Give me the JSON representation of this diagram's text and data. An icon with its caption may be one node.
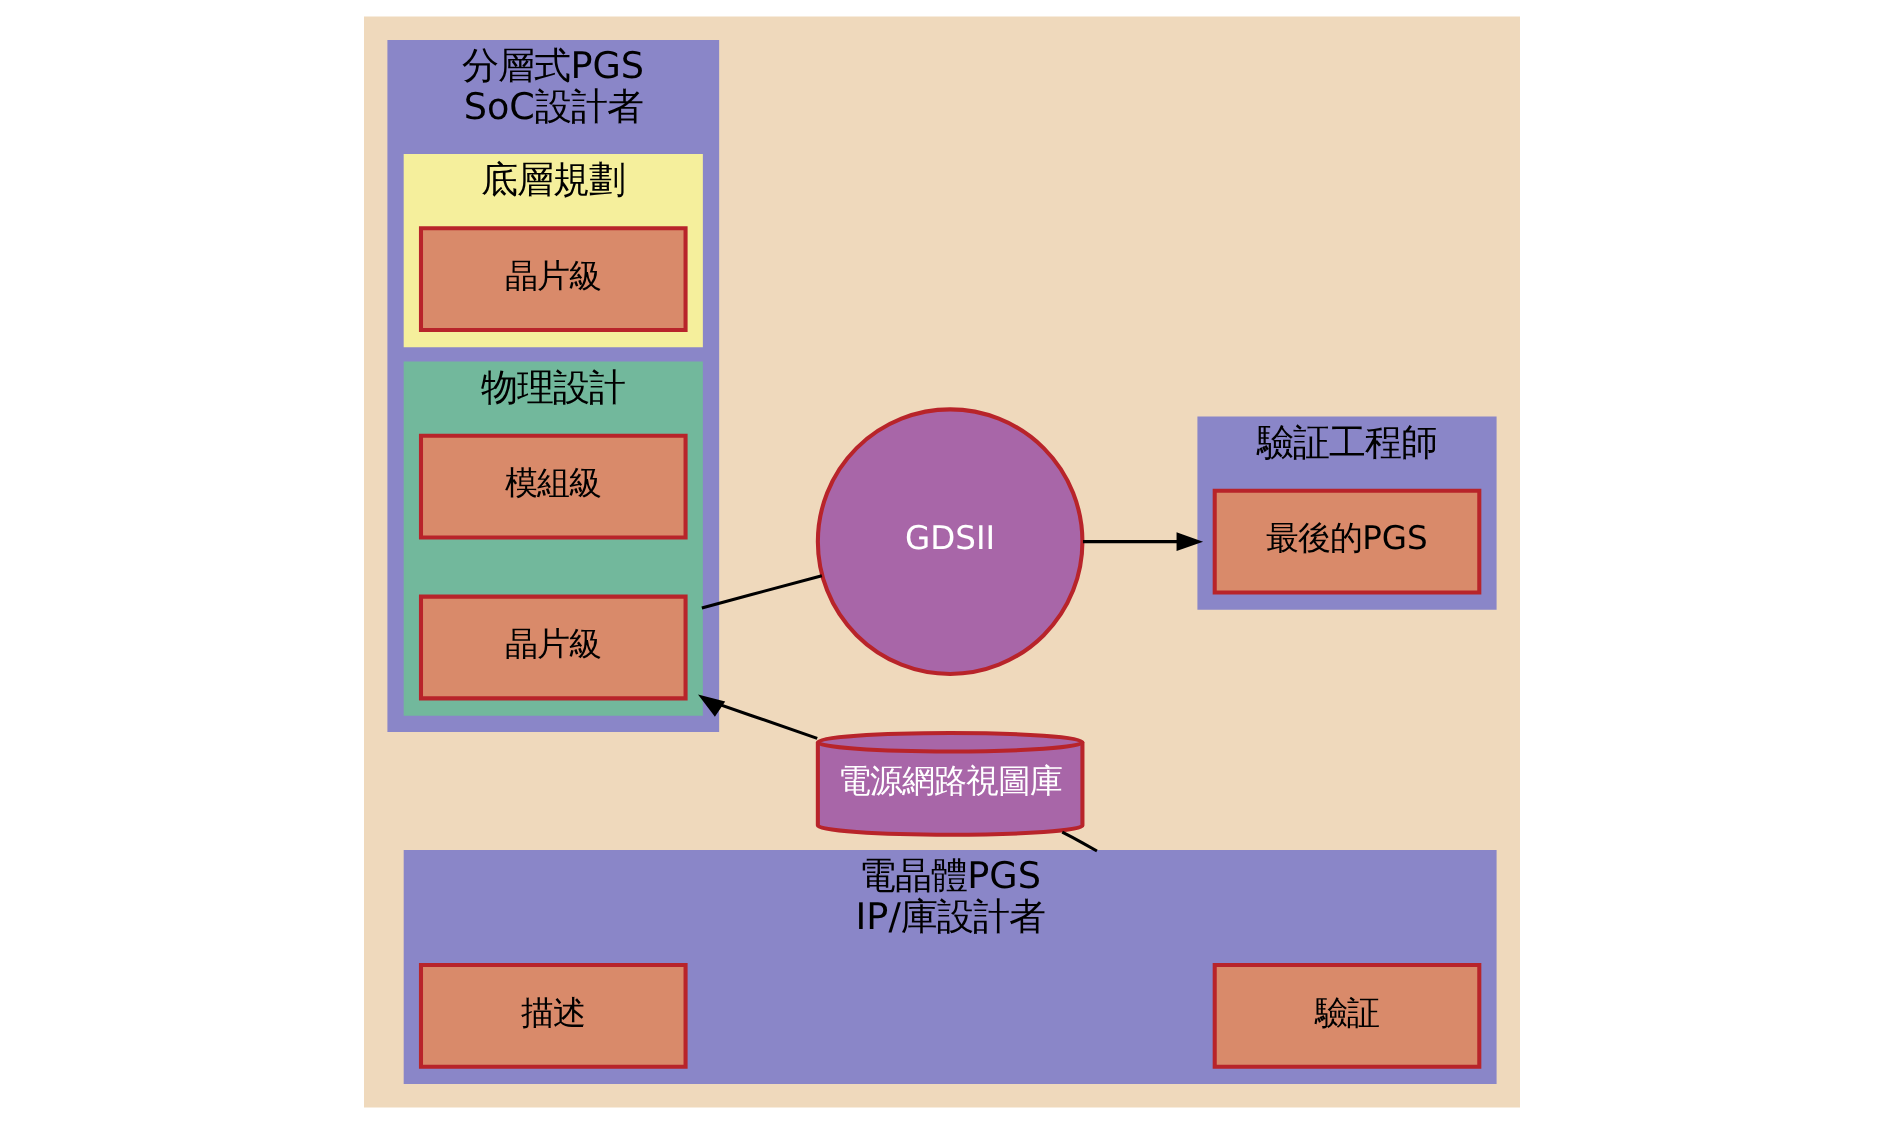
{
  "diagram": {
    "nodes": [
      {
        "text": [
          "分層式PGS",
          "SoC設計者"
        ]
      },
      {
        "text": [
          "底層規劃"
        ],
        "in": 0
      },
      {
        "text": [
          "晶片級"
        ],
        "in": 1
      },
      {
        "text": [
          "物理設計"
        ],
        "in": 0
      },
      {
        "text": [
          "模組級"
        ],
        "in": 3
      },
      {
        "text": [
          "晶片級"
        ],
        "in": 3
      },
      {
        "text": [
          "電源網路視圖庫"
        ]
      },
      {
        "text": [
          "電晶體PGS",
          "IP/庫設計者"
        ]
      },
      {
        "text": [
          "驗証"
        ],
        "in": 7
      },
      {
        "text": [
          "描述"
        ],
        "in": 7
      },
      {
        "text": [
          "驗証工程師"
        ]
      },
      {
        "text": [
          "最後的PGS"
        ],
        "in": 10
      },
      {
        "text": [
          "GDSII"
        ]
      }
    ],
    "edges": [
      {
        "from": 7,
        "to": 6,
        "arrow": "none"
      },
      {
        "from": 6,
        "to": 3,
        "arrow": "to"
      },
      {
        "from": 3,
        "to": 12,
        "arrow": "none"
      },
      {
        "from": 12,
        "to": 10,
        "arrow": "to"
      }
    ]
  }
}
